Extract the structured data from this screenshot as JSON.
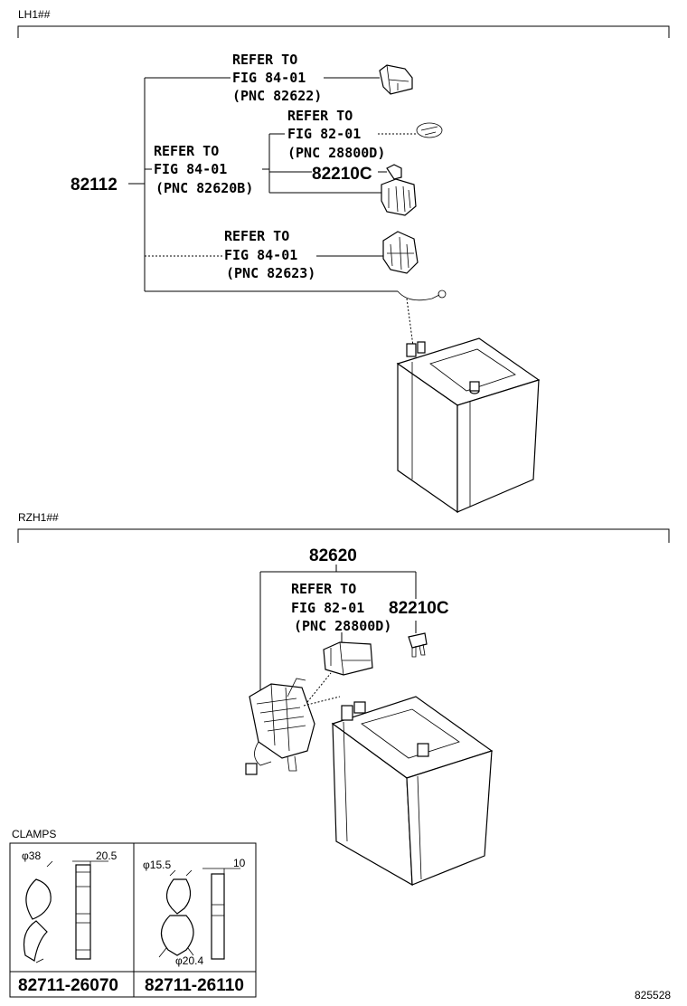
{
  "sections": {
    "top_label": "LH1##",
    "bottom_label": "RZH1##",
    "clamps_label": "CLAMPS"
  },
  "top": {
    "main_part": "82112",
    "ref1": {
      "l1": "REFER TO",
      "l2": "FIG 84-01",
      "l3": "(PNC 82622)"
    },
    "ref2": {
      "l1": "REFER TO",
      "l2": "FIG 82-01",
      "l3": "(PNC 28800D)"
    },
    "ref3": {
      "l1": "REFER TO",
      "l2": "FIG 84-01",
      "l3": "(PNC 82620B)"
    },
    "ref4": {
      "l1": "REFER TO",
      "l2": "FIG 84-01",
      "l3": "(PNC 82623)"
    },
    "part_82210c": "82210C"
  },
  "bottom": {
    "main_part": "82620",
    "ref": {
      "l1": "REFER TO",
      "l2": "FIG 82-01",
      "l3": "(PNC 28800D)"
    },
    "part_82210c": "82210C"
  },
  "clamps": {
    "left": {
      "dia": "φ38",
      "width": "20.5",
      "part_no": "82711-26070"
    },
    "right": {
      "dia_top": "φ15.5",
      "dia_bottom": "φ20.4",
      "width": "10",
      "part_no": "82711-26110"
    }
  },
  "figure_no": "825528"
}
